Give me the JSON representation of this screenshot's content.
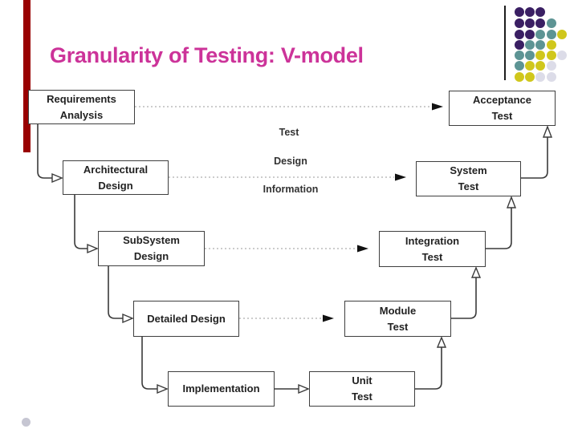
{
  "slide": {
    "title": "Granularity of Testing: V-model"
  },
  "theme": {
    "title_color": "#cc3399",
    "accent_bar_color": "#990000",
    "line_color": "#3a3a3a",
    "dotted_line_color": "#adadad"
  },
  "decoration": {
    "dot_pattern": [
      "ppp",
      "pppt",
      "pptty",
      "ptty",
      "ttyyl",
      "tyyl",
      "yyll"
    ],
    "dot_colors": {
      "p": "#3a1f63",
      "t": "#5d9494",
      "y": "#d0c71c",
      "l": "#dcdce8"
    },
    "corner_dot_color": "#c6c6d2"
  },
  "diagram": {
    "boxes": [
      {
        "id": "requirements-analysis",
        "lines": [
          "Requirements",
          "Analysis"
        ]
      },
      {
        "id": "architectural-design",
        "lines": [
          "Architectural",
          "Design"
        ]
      },
      {
        "id": "subsystem-design",
        "lines": [
          "SubSystem",
          "Design"
        ]
      },
      {
        "id": "detailed-design",
        "lines": [
          "Detailed Design"
        ]
      },
      {
        "id": "implementation",
        "lines": [
          "Implementation"
        ]
      },
      {
        "id": "unit-test",
        "lines": [
          "Unit",
          "Test"
        ]
      },
      {
        "id": "module-test",
        "lines": [
          "Module",
          "Test"
        ]
      },
      {
        "id": "integration-test",
        "lines": [
          "Integration",
          "Test"
        ]
      },
      {
        "id": "system-test",
        "lines": [
          "System",
          "Test"
        ]
      },
      {
        "id": "acceptance-test",
        "lines": [
          "Acceptance",
          "Test"
        ]
      }
    ],
    "flow_label": [
      "Test",
      "Design",
      "Information"
    ]
  }
}
